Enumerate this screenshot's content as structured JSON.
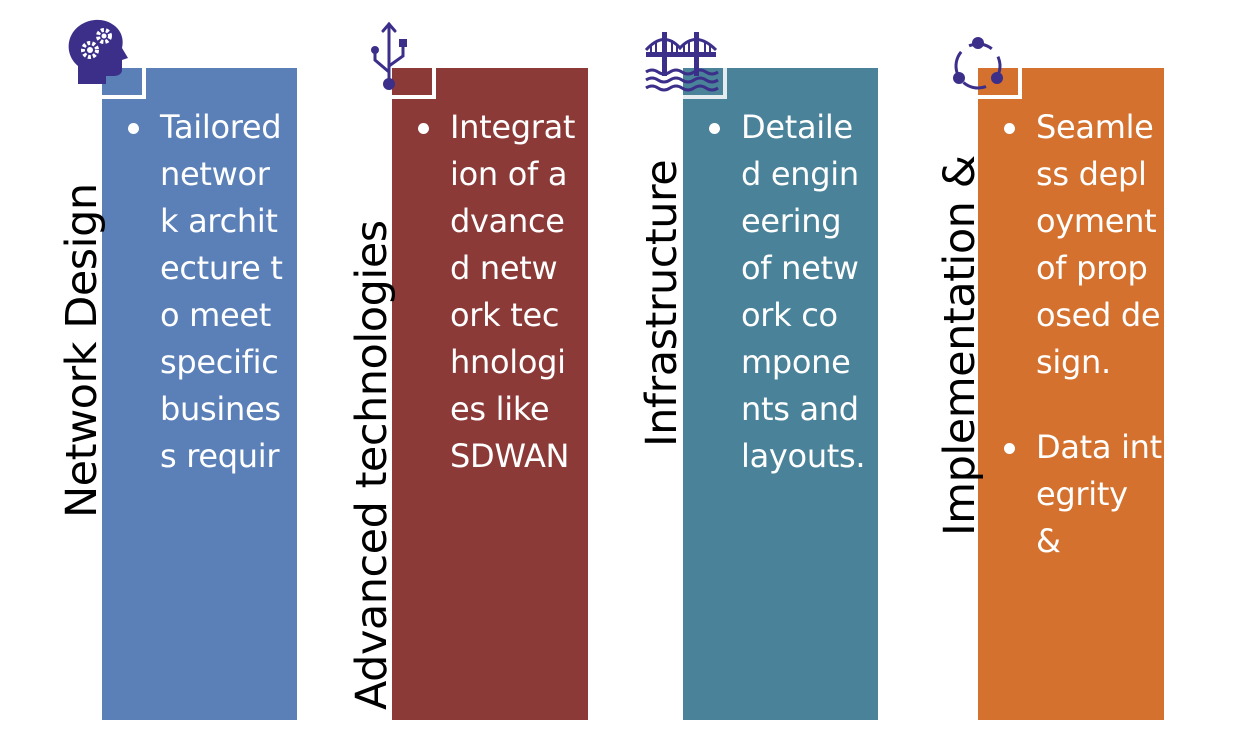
{
  "colors": {
    "icon": "#3B2F8A",
    "title_text": "#000000",
    "bullet_text": "#FFFFFF"
  },
  "columns": [
    {
      "title": "Network Design",
      "icon": "head-with-gears-icon",
      "color": "#5B80B8",
      "bullets": [
        "Tailored network architecture to meet specific business requir"
      ]
    },
    {
      "title": "Advanced technologies",
      "icon": "usb-icon",
      "color": "#8B3A38",
      "bullets": [
        "Integration of advanced network technologies like SDWAN"
      ]
    },
    {
      "title": "Infrastructure",
      "icon": "bridge-icon",
      "color": "#4A8299",
      "bullets": [
        "Detailed engineering of network components and layouts."
      ]
    },
    {
      "title": "Implementation &",
      "icon": "cycle-nodes-icon",
      "color": "#D4712E",
      "bullets": [
        "Seamless deployment of proposed design.",
        "Data integrity &"
      ]
    }
  ]
}
